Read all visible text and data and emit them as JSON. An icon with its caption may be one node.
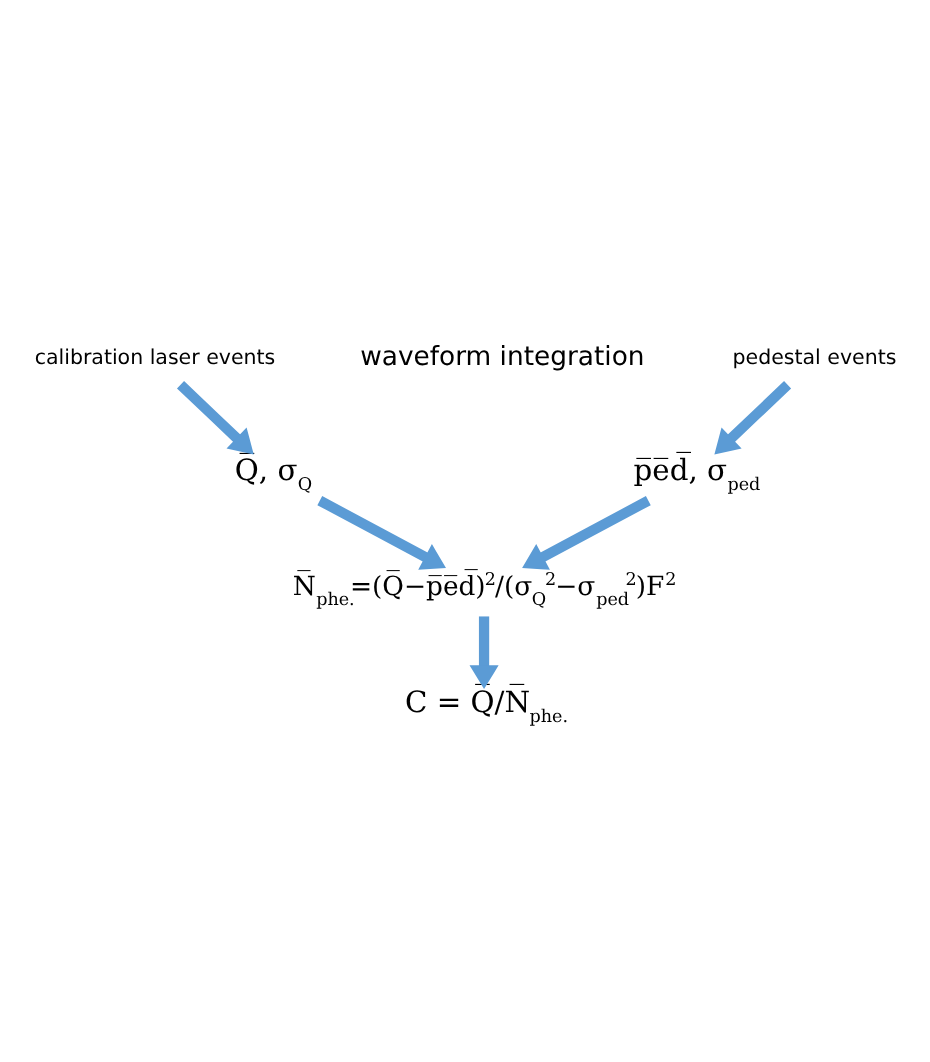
{
  "diagram": {
    "nodes": [
      {
        "text": [
          "calibration laser events"
        ]
      },
      {
        "text": [
          "pedestal events"
        ]
      },
      {
        "text": [
          "Q̅, σ$_{Q}$"
        ]
      },
      {
        "text": [
          "p̅e̅d̅, σ$_{ped}$"
        ]
      },
      {
        "text": [
          "N̅$_{phe.}$=(Q̅−p̅e̅d̅)$^{2}$/(σ$_{Q}$$^{2}$−σ$_{ped}$$^{2}$)F$^{2}$"
        ]
      },
      {
        "text": [
          "C = Q̅/N̅$_{phe.}$"
        ]
      }
    ],
    "edges": [
      {
        "from": 0,
        "to": 2,
        "arrow": "to"
      },
      {
        "from": 1,
        "to": 3,
        "arrow": "to"
      },
      {
        "from": 2,
        "to": 4,
        "arrow": "to"
      },
      {
        "from": 3,
        "to": 4,
        "arrow": "to"
      },
      {
        "from": 4,
        "to": 5,
        "arrow": "to"
      }
    ],
    "labels": [
      "waveform integration"
    ]
  }
}
